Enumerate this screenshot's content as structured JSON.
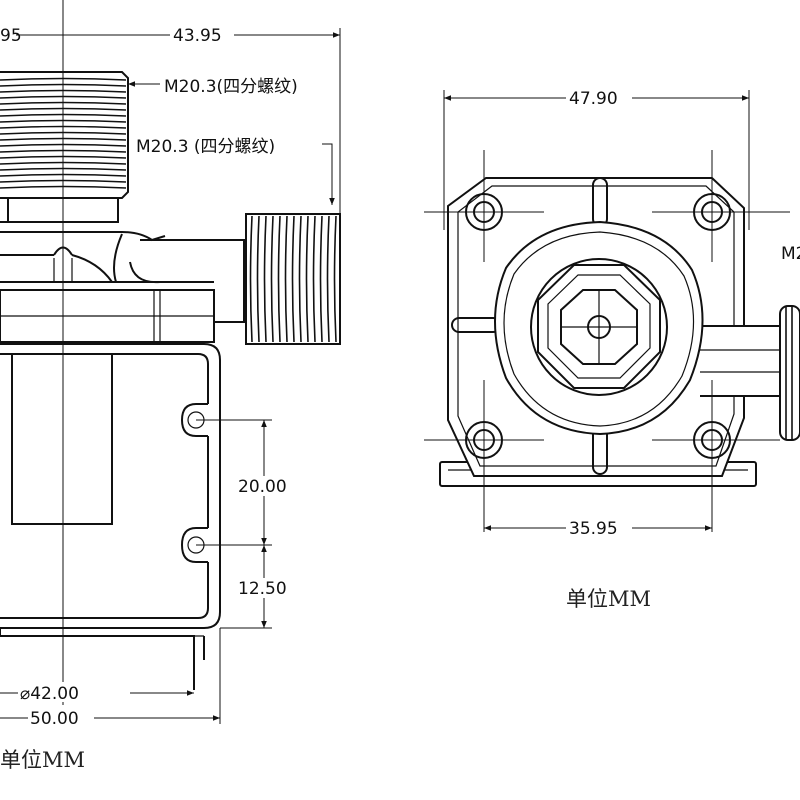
{
  "side_view": {
    "dim_top_partial": "95",
    "dim_top": "43.95",
    "thread_top_label": "M20.3(四分螺纹)",
    "thread_side_label": "M20.3 (四分螺纹)",
    "dim_slot_spacing": "20.00",
    "dim_slot_bottom": "12.50",
    "dim_diameter": "⌀42.00",
    "dim_width": "50.00",
    "unit": "单位MM"
  },
  "front_view": {
    "dim_width": "47.90",
    "dim_hole_spacing": "35.95",
    "thread_label_partial": "M2",
    "unit": "单位MM"
  }
}
